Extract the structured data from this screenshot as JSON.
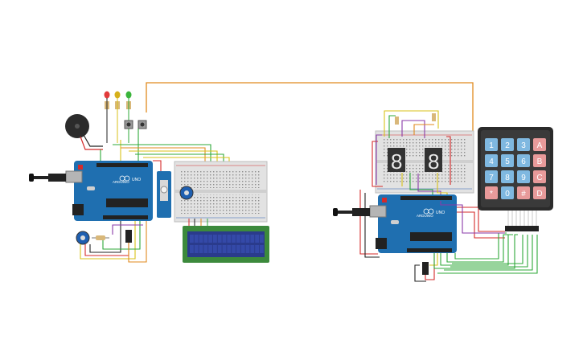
{
  "circuit_left": {
    "arduino": {
      "model_label": "UNO",
      "brand_label": "ARDUINO"
    },
    "leds": [
      "red-led",
      "yellow-led",
      "green-led"
    ],
    "lcd": {
      "rows": 2,
      "cols": 16
    }
  },
  "circuit_right": {
    "arduino": {
      "model_label": "UNO",
      "brand_label": "ARDUINO"
    },
    "seven_segment_digits": [
      "8",
      "8"
    ],
    "keypad": {
      "keys": [
        "1",
        "2",
        "3",
        "A",
        "4",
        "5",
        "6",
        "B",
        "7",
        "8",
        "9",
        "C",
        "*",
        "0",
        "#",
        "D"
      ]
    }
  },
  "colors": {
    "board": "#1f6fb0",
    "breadboard": "#e2e2e2",
    "lcd_screen": "#2a3b8c",
    "lcd_pcb": "#3c8a3c",
    "keypad_body": "#2b2b2b",
    "key_number": "#7fb8e0",
    "key_letter": "#e89a9a",
    "wire_orange": "#e08a1e",
    "wire_red": "#d42a2a",
    "wire_green": "#2fa83a",
    "wire_yellow": "#d8c21a",
    "wire_purple": "#8a3aa8",
    "wire_black": "#222222"
  }
}
